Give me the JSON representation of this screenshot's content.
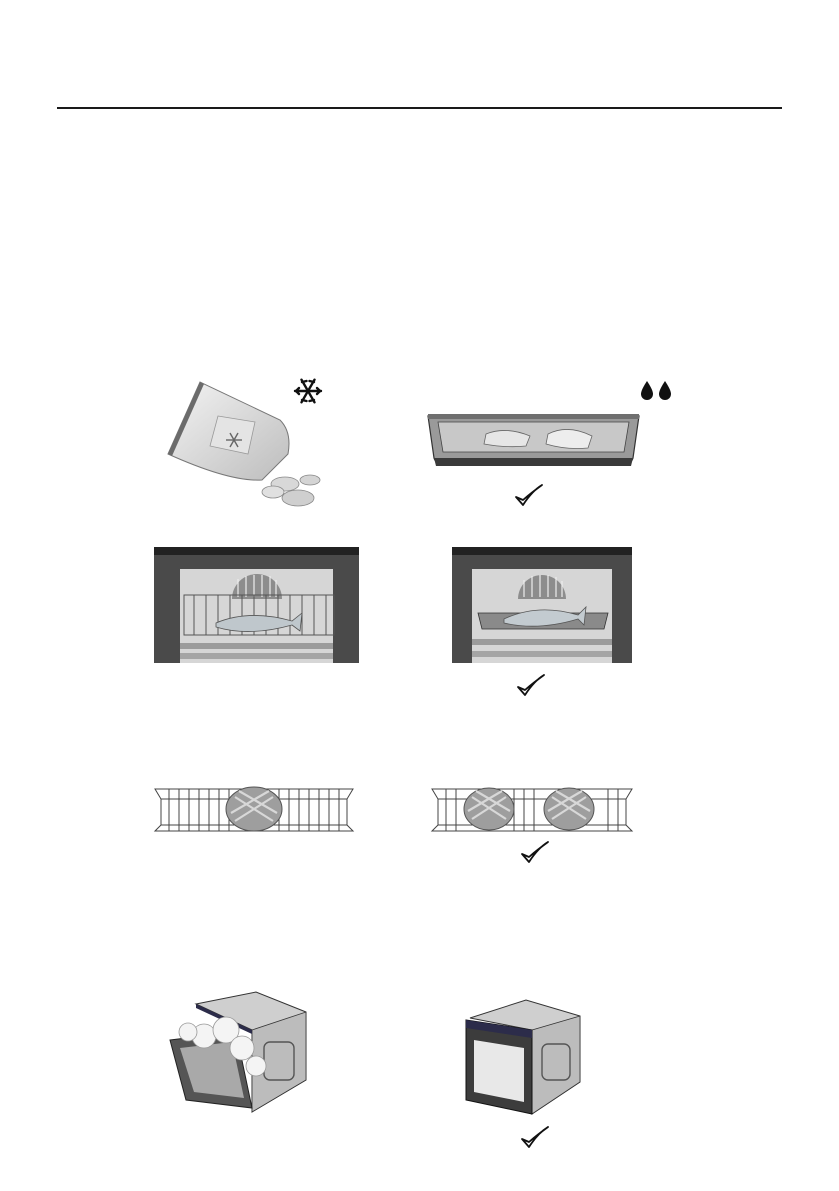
{
  "page": {
    "background": "#ffffff",
    "rule_color": "#1a1a1a"
  },
  "rows": [
    {
      "left": {
        "illustration": "frozen-food-bag",
        "icon": "snowflake-icon",
        "approved": false
      },
      "right": {
        "illustration": "baking-tray-with-thawed-fish",
        "icon": "water-drops-icon",
        "approved": true
      }
    },
    {
      "left": {
        "illustration": "oven-interior-fish-on-rack-no-tray",
        "approved": false
      },
      "right": {
        "illustration": "oven-interior-fish-in-tray",
        "approved": true
      }
    },
    {
      "left": {
        "illustration": "wire-rack-one-bread",
        "approved": false
      },
      "right": {
        "illustration": "wire-rack-two-breads",
        "approved": true
      }
    },
    {
      "left": {
        "illustration": "oven-door-open-steam",
        "approved": false
      },
      "right": {
        "illustration": "oven-door-closed",
        "approved": true
      }
    }
  ],
  "icons": {
    "approved_mark": "check-icon"
  }
}
